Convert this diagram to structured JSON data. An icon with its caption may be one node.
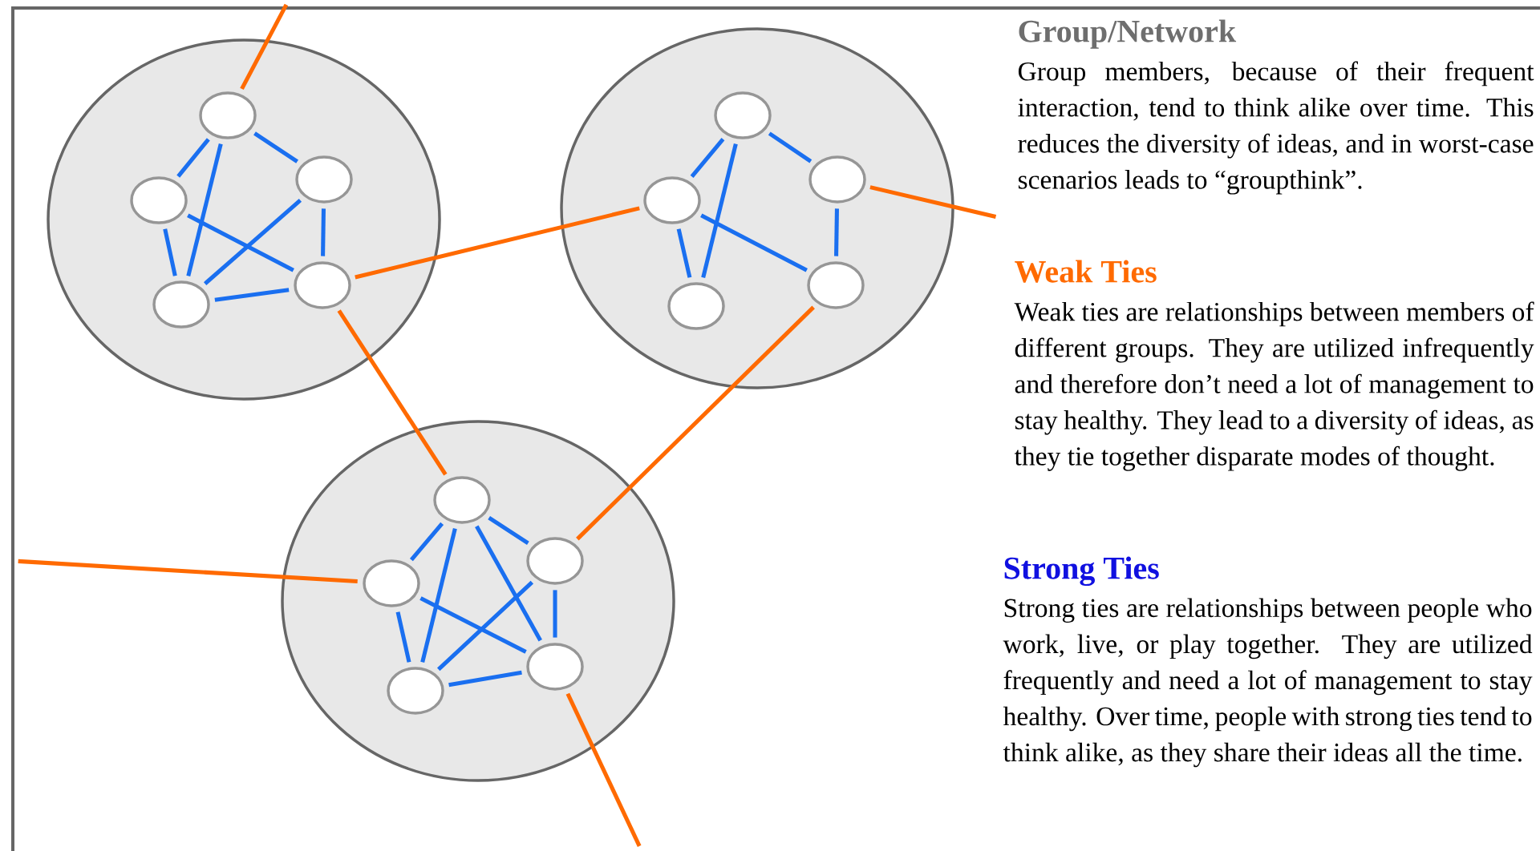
{
  "diagram": {
    "nodes": [
      {
        "text": [],
        "shape": "circle"
      },
      {
        "text": [],
        "shape": "circle",
        "in": 0
      },
      {
        "text": [],
        "shape": "circle",
        "in": 0
      },
      {
        "text": [],
        "shape": "circle",
        "in": 0
      },
      {
        "text": [],
        "shape": "circle",
        "in": 0
      },
      {
        "text": [],
        "shape": "circle",
        "in": 0
      },
      {
        "text": [],
        "shape": "circle"
      },
      {
        "text": [],
        "shape": "circle",
        "in": 6
      },
      {
        "text": [],
        "shape": "circle",
        "in": 6
      },
      {
        "text": [],
        "shape": "circle",
        "in": 6
      },
      {
        "text": [],
        "shape": "circle",
        "in": 6
      },
      {
        "text": [],
        "shape": "circle",
        "in": 6
      },
      {
        "text": [],
        "shape": "circle"
      },
      {
        "text": [],
        "shape": "circle",
        "in": 12
      },
      {
        "text": [],
        "shape": "circle",
        "in": 12
      },
      {
        "text": [],
        "shape": "circle",
        "in": 12
      },
      {
        "text": [],
        "shape": "circle",
        "in": 12
      },
      {
        "text": [],
        "shape": "circle",
        "in": 12
      }
    ],
    "edges": [
      {
        "from": 1,
        "to": 3,
        "arrow": "none"
      },
      {
        "from": 1,
        "to": 2,
        "arrow": "none"
      },
      {
        "from": 1,
        "to": 4,
        "arrow": "none"
      },
      {
        "from": 3,
        "to": 4,
        "arrow": "none"
      },
      {
        "from": 3,
        "to": 5,
        "arrow": "none"
      },
      {
        "from": 2,
        "to": 4,
        "arrow": "none"
      },
      {
        "from": 2,
        "to": 5,
        "arrow": "none"
      },
      {
        "from": 4,
        "to": 5,
        "arrow": "none"
      },
      {
        "from": 7,
        "to": 9,
        "arrow": "none"
      },
      {
        "from": 7,
        "to": 8,
        "arrow": "none"
      },
      {
        "from": 7,
        "to": 10,
        "arrow": "none"
      },
      {
        "from": 9,
        "to": 10,
        "arrow": "none"
      },
      {
        "from": 9,
        "to": 11,
        "arrow": "none"
      },
      {
        "from": 8,
        "to": 11,
        "arrow": "none"
      },
      {
        "from": 13,
        "to": 15,
        "arrow": "none"
      },
      {
        "from": 13,
        "to": 14,
        "arrow": "none"
      },
      {
        "from": 13,
        "to": 16,
        "arrow": "none"
      },
      {
        "from": 13,
        "to": 17,
        "arrow": "none"
      },
      {
        "from": 15,
        "to": 16,
        "arrow": "none"
      },
      {
        "from": 15,
        "to": 17,
        "arrow": "none"
      },
      {
        "from": 14,
        "to": 16,
        "arrow": "none"
      },
      {
        "from": 14,
        "to": 17,
        "arrow": "none"
      },
      {
        "from": 16,
        "to": 17,
        "arrow": "none"
      },
      {
        "from": 1,
        "to": null,
        "arrow": "none",
        "color": "#ff6a00"
      },
      {
        "from": 5,
        "to": 9,
        "arrow": "none",
        "color": "#ff6a00"
      },
      {
        "from": 5,
        "to": 13,
        "arrow": "none",
        "color": "#ff6a00"
      },
      {
        "from": 8,
        "to": null,
        "arrow": "none",
        "color": "#ff6a00"
      },
      {
        "from": 11,
        "to": 14,
        "arrow": "none",
        "color": "#ff6a00"
      },
      {
        "from": 15,
        "to": null,
        "arrow": "none",
        "color": "#ff6a00"
      },
      {
        "from": 17,
        "to": null,
        "arrow": "none",
        "color": "#ff6a00"
      }
    ],
    "labels": [
      "Group/Network",
      "Group members, because of their frequent interaction, tend to think alike over time. This reduces the diversity of ideas, and in worst-case scenarios leads to “groupthink”.",
      "Weak Ties",
      "Weak ties are relationships between members of different groups. They are utilized infrequently and therefore don’t need a lot of management to stay healthy. They lead to a diversity of ideas, as they tie together disparate modes of thought.",
      "Strong Ties",
      "Strong ties are relationships between people who work, live, or play together. They are utilized frequently and need a lot of management to stay healthy. Over time, people with strong ties tend to think alike, as they share their ideas all the time."
    ]
  }
}
